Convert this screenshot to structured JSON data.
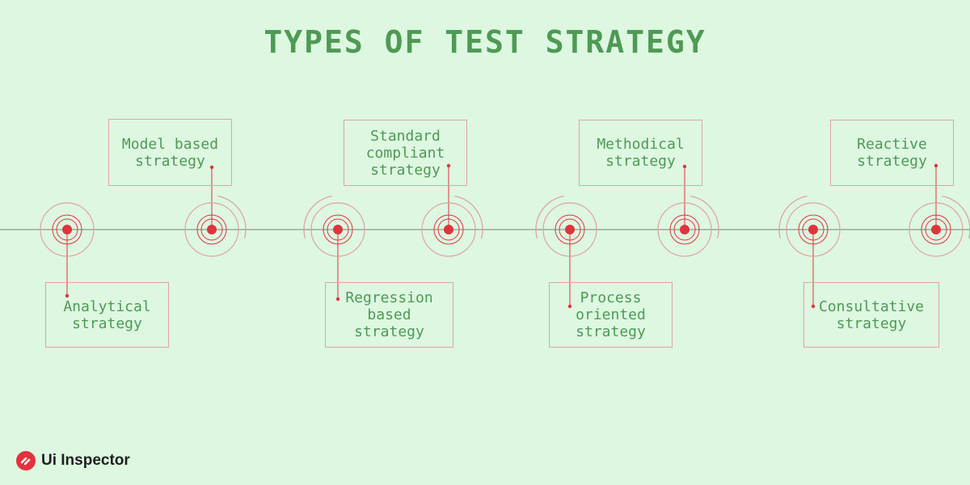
{
  "title": "TYPES OF TEST STRATEGY",
  "strategies": [
    {
      "label": "Analytical\nstrategy",
      "position": "bottom"
    },
    {
      "label": "Model based\nstrategy",
      "position": "top"
    },
    {
      "label": "Regression\nbased\nstrategy",
      "position": "bottom"
    },
    {
      "label": "Standard\ncompliant\nstrategy",
      "position": "top"
    },
    {
      "label": "Process\noriented\nstrategy",
      "position": "bottom"
    },
    {
      "label": "Methodical\nstrategy",
      "position": "top"
    },
    {
      "label": "Consultative\nstrategy",
      "position": "bottom"
    },
    {
      "label": "Reactive\nstrategy",
      "position": "top"
    }
  ],
  "brand": {
    "name": "Ui Inspector"
  },
  "colors": {
    "background": "#ddf7e1",
    "text": "#4e9a54",
    "accent": "#e0333d",
    "ring": "#e0a3a3",
    "axis": "#9aaa9a"
  }
}
